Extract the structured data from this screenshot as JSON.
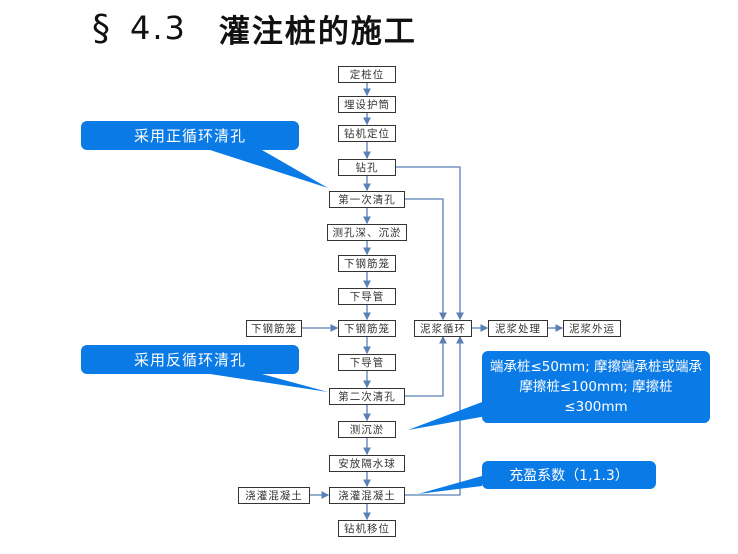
{
  "title": {
    "section_symbol": "§",
    "number": "4.3",
    "text": "灌注桩的施工"
  },
  "flow": {
    "main": [
      "定桩位",
      "埋设护筒",
      "钻机定位",
      "钻孔",
      "第一次清孔",
      "测孔深、沉淤",
      "下钢筋笼",
      "下导管",
      "下钢筋笼",
      "下导管",
      "第二次清孔",
      "测沉淤",
      "安放隔水球",
      "浇灌混凝土",
      "钻机移位"
    ],
    "left_inputs": {
      "rebar_cage": "下钢筋笼",
      "pour_concrete": "浇灌混凝土"
    },
    "slurry": {
      "circulation": "泥浆循环",
      "treatment": "泥浆处理",
      "transport": "泥浆外运"
    }
  },
  "callouts": {
    "forward_circulation": "采用正循环清孔",
    "reverse_circulation": "采用反循环清孔",
    "sediment_limits": "端承桩≤50mm; 摩擦端承桩或端承摩擦桩≤100mm; 摩擦桩≤300mm",
    "fill_coefficient": "充盈系数（1,1.3）"
  },
  "colors": {
    "callout": "#0a7ae6",
    "connector": "#5b80b5",
    "box_border": "#333333"
  }
}
